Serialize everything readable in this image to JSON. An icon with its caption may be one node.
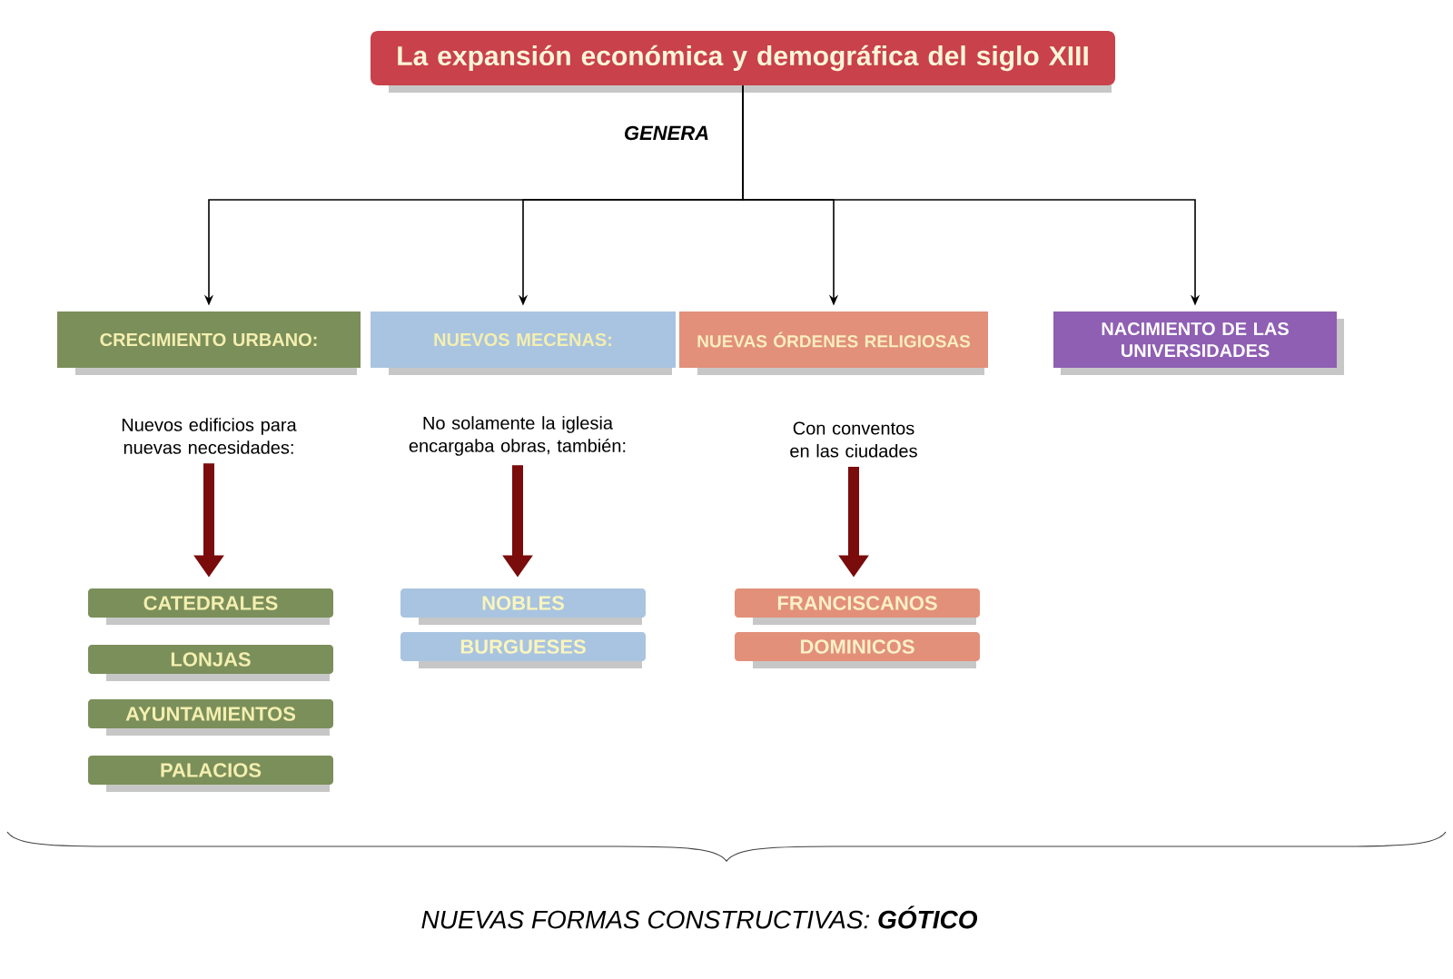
{
  "diagram": {
    "nodes": [
      {
        "text": [
          "La expansión económica y demográfica del siglo XIII"
        ]
      },
      {
        "text": [
          "CRECIMIENTO URBANO:"
        ]
      },
      {
        "text": [
          "NUEVOS MECENAS:"
        ]
      },
      {
        "text": [
          "NUEVAS ÓRDENES RELIGIOSAS"
        ]
      },
      {
        "text": [
          "NACIMIENTO DE LAS UNIVERSIDADES"
        ]
      },
      {
        "text": [
          "Nuevos edificios para nuevas necesidades:"
        ]
      },
      {
        "text": [
          "No solamente la iglesia encargaba obras, también:"
        ]
      },
      {
        "text": [
          "Con conventos en las ciudades"
        ]
      },
      {
        "text": [
          "CATEDRALES"
        ]
      },
      {
        "text": [
          "LONJAS"
        ]
      },
      {
        "text": [
          "AYUNTAMIENTOS"
        ]
      },
      {
        "text": [
          "PALACIOS"
        ]
      },
      {
        "text": [
          "NOBLES"
        ]
      },
      {
        "text": [
          "BURGUESES"
        ]
      },
      {
        "text": [
          "FRANCISCANOS"
        ]
      },
      {
        "text": [
          "DOMINICOS"
        ]
      }
    ],
    "edges": [
      {
        "from": 0,
        "to": 1,
        "arrow": "to",
        "label": "GENERA"
      },
      {
        "from": 0,
        "to": 2,
        "arrow": "to"
      },
      {
        "from": 0,
        "to": 3,
        "arrow": "to"
      },
      {
        "from": 0,
        "to": 4,
        "arrow": "to"
      },
      {
        "from": 5,
        "to": 8,
        "arrow": "to",
        "style": "thick",
        "color": "#7a0c0c"
      },
      {
        "from": 6,
        "to": 12,
        "arrow": "to",
        "style": "thick",
        "color": "#7a0c0c"
      },
      {
        "from": 7,
        "to": 14,
        "arrow": "to",
        "style": "thick",
        "color": "#7a0c0c"
      }
    ],
    "labels": [
      "NUEVAS FORMAS CONSTRUCTIVAS: **GÓTICO**"
    ]
  }
}
